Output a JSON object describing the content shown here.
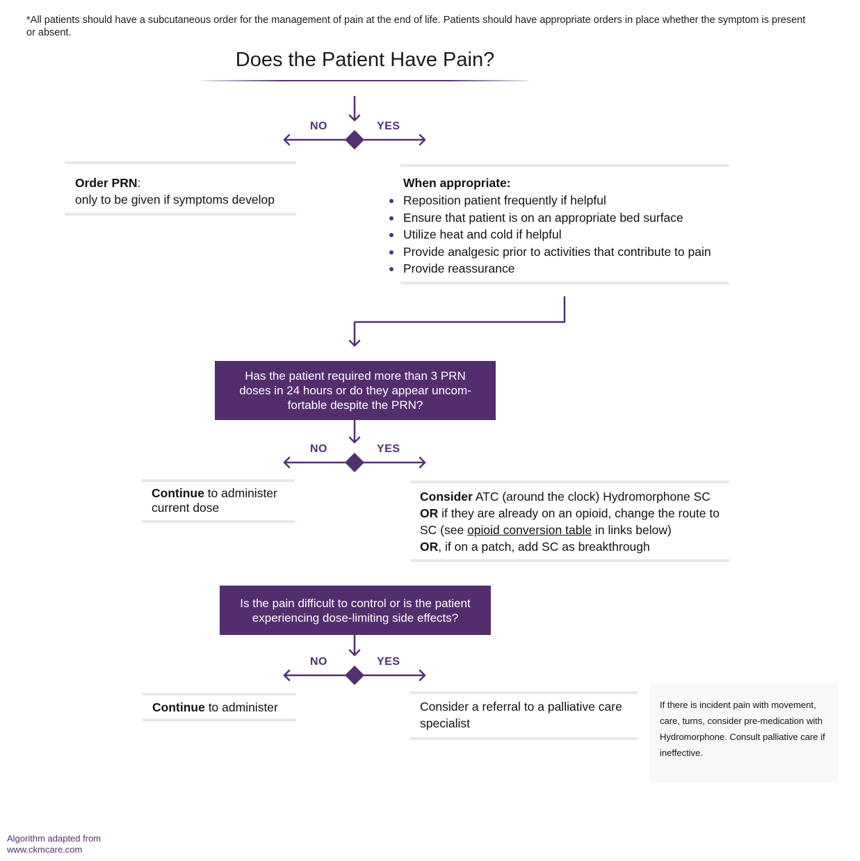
{
  "note_top": "*All patients should have a subcutaneous order for the management of pain at the end of life. Patients should have appropriate orders in place whether the symptom is present or absent.",
  "title": "Does the Patient Have Pain?",
  "decision1": {
    "no": "NO",
    "yes": "YES"
  },
  "no_box1": {
    "bold": "Order PRN",
    "rest": ":",
    "line2": "only to be given if symptoms develop"
  },
  "yes_box1": {
    "heading": "When appropriate:",
    "items": [
      "Reposition patient frequently if helpful",
      "Ensure that patient is on an appropriate bed surface",
      "Utilize heat and cold if helpful",
      "Provide analgesic prior to activities that contribute to pain",
      "Provide reassurance"
    ]
  },
  "question2": "Has the patient required more than 3 PRN doses in 24 hours or do they appear uncom-fortable despite the PRN?",
  "decision2": {
    "no": "NO",
    "yes": "YES"
  },
  "no_box2": {
    "bold": "Continue",
    "rest": " to administer current dose"
  },
  "yes_box2": {
    "l1_bold": "Consider",
    "l1_rest": " ATC (around the clock) Hydromorphone SC",
    "l2_bold": "OR",
    "l2_rest": " if they are already on an opioid, change the route to SC (see ",
    "l2_link": "opioid conversion table",
    "l2_end": " in links below)",
    "l3_bold": "OR",
    "l3_rest": ", if on a patch, add SC as breakthrough"
  },
  "question3": "Is the pain difficult to control or is the patient experiencing dose-limiting side effects?",
  "decision3": {
    "no": "NO",
    "yes": "YES"
  },
  "no_box3": {
    "bold": "Continue",
    "rest": " to administer"
  },
  "yes_box3": {
    "text": "Consider a referral to a palliative care specialist"
  },
  "side_note": "If there is incident pain with movement, care, turns, consider pre-medication with Hydromorphone. Consult palliative care if ineffective.",
  "footer": {
    "line1": "Algorithm adapted from",
    "line2": "www.ckmcare.com"
  },
  "colors": {
    "purple": "#53306f",
    "box_rule": "#e8e7ee",
    "side_bg": "#f7f8f8"
  }
}
